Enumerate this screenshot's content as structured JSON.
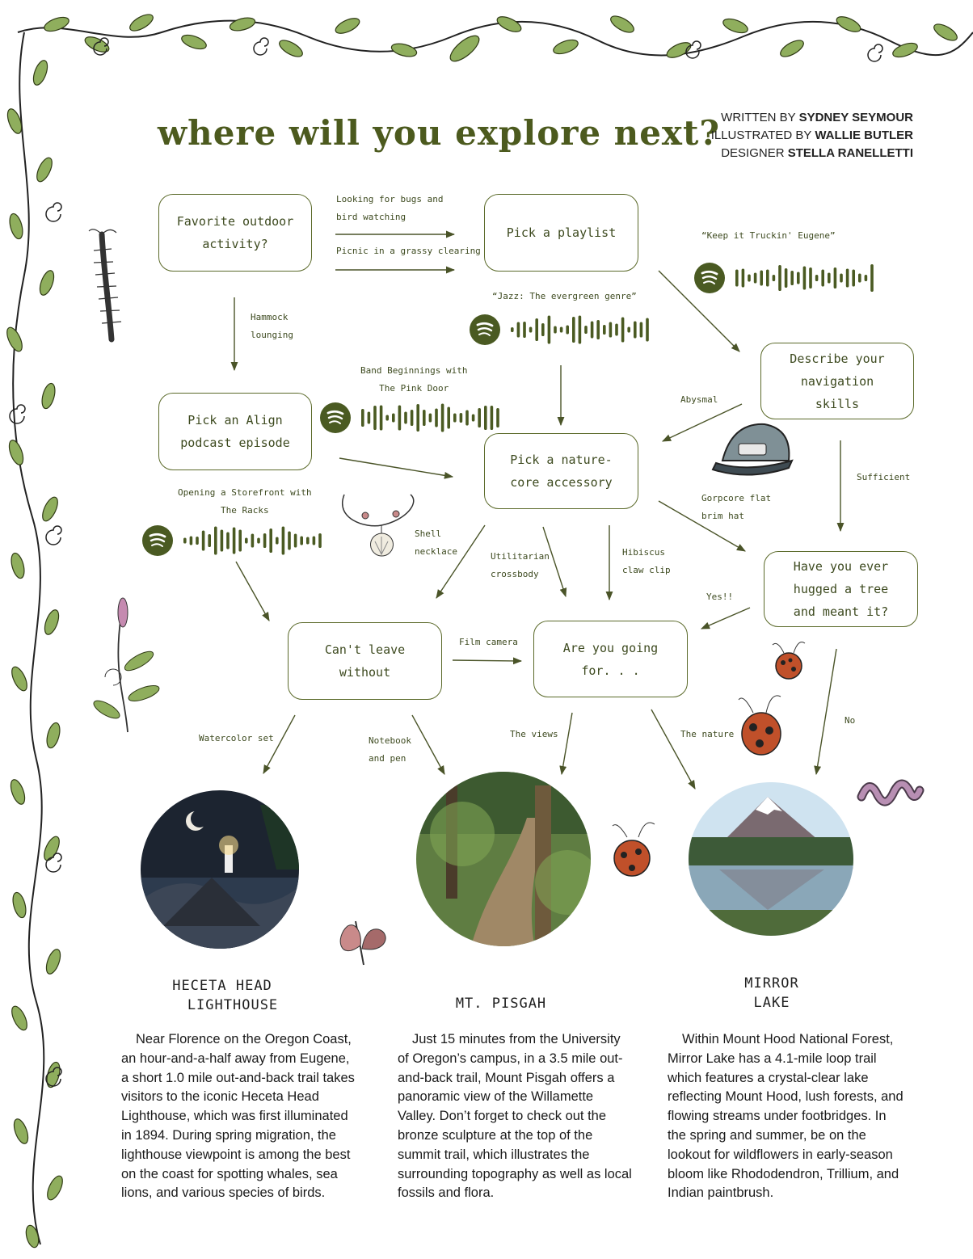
{
  "title": "where will you explore next?",
  "credits": {
    "written_label": "WRITTEN BY",
    "written_name": "SYDNEY SEYMOUR",
    "illustrated_label": "ILLUSTRATED BY",
    "illustrated_name": "WALLIE BUTLER",
    "designer_label": "DESIGNER",
    "designer_name": "STELLA RANELLETTI"
  },
  "nodes": {
    "favorite": "Favorite outdoor activity?",
    "playlist": "Pick a playlist",
    "navigation": "Describe your navigation skills",
    "podcast": "Pick an Align podcast episode",
    "accessory": "Pick a nature-core accessory",
    "hug": "Have you ever hugged a tree and meant it?",
    "cant_leave": "Can't leave without",
    "going_for": "Are you going for. . ."
  },
  "edges": {
    "bugs_line1": "Looking for bugs and",
    "bugs_line2": "bird watching",
    "picnic": "Picnic in a grassy clearing",
    "hammock_line1": "Hammock",
    "hammock_line2": "lounging",
    "abysmal": "Abysmal",
    "sufficient": "Sufficient",
    "gorp_line1": "Gorpcore flat",
    "gorp_line2": "brim hat",
    "shell_line1": "Shell",
    "shell_line2": "necklace",
    "util_line1": "Utilitarian",
    "util_line2": "crossbody",
    "hibiscus_line1": "Hibiscus",
    "hibiscus_line2": "claw clip",
    "yes": "Yes!!",
    "film": "Film camera",
    "watercolor": "Watercolor set",
    "notebook_line1": "Notebook",
    "notebook_line2": "and pen",
    "views": "The views",
    "nature": "The nature",
    "no": "No"
  },
  "playlists": {
    "keep_truckin": "“Keep it Truckin' Eugene”",
    "jazz": "“Jazz: The evergreen genre”",
    "band_line1": "Band Beginnings with",
    "band_line2": "The Pink Door",
    "storefront_line1": "Opening a Storefront with",
    "storefront_line2": "The Racks"
  },
  "places": {
    "heceta_line1": "HECETA HEAD",
    "heceta_line2": "LIGHTHOUSE",
    "pisgah": "MT. PISGAH",
    "mirror_line1": "MIRROR",
    "mirror_line2": "LAKE"
  },
  "descriptions": {
    "heceta": "Near Florence on the Oregon Coast, an hour-and-a-half away from Eugene, a short 1.0 mile out-and-back trail takes visitors to the iconic Heceta Head Lighthouse, which was first illuminated in 1894. During spring migration, the lighthouse viewpoint is among the best on the coast for spotting whales, sea lions, and various species of birds.",
    "pisgah": "Just 15 minutes from the University of Oregon’s campus, in a 3.5 mile out-and-back trail, Mount Pisgah offers a panoramic view of the Willamette Valley. Don’t forget to check out the bronze sculpture at the top of the summit trail, which illustrates the surrounding topography as well as local fossils and flora.",
    "mirror": "Within Mount Hood National Forest, Mirror Lake has a 4.1-mile loop trail which features a crystal-clear lake reflecting Mount Hood, lush forests, and flowing streams under footbridges. In the spring and summer, be on the lookout for wildflowers in early-season bloom like Rhododendron, Trillium, and Indian paintbrush."
  },
  "colors": {
    "title_green": "#4c5a1e",
    "ink": "#3d4a1f",
    "leaf": "#8fae5d",
    "spotify": "#4a5a22"
  }
}
